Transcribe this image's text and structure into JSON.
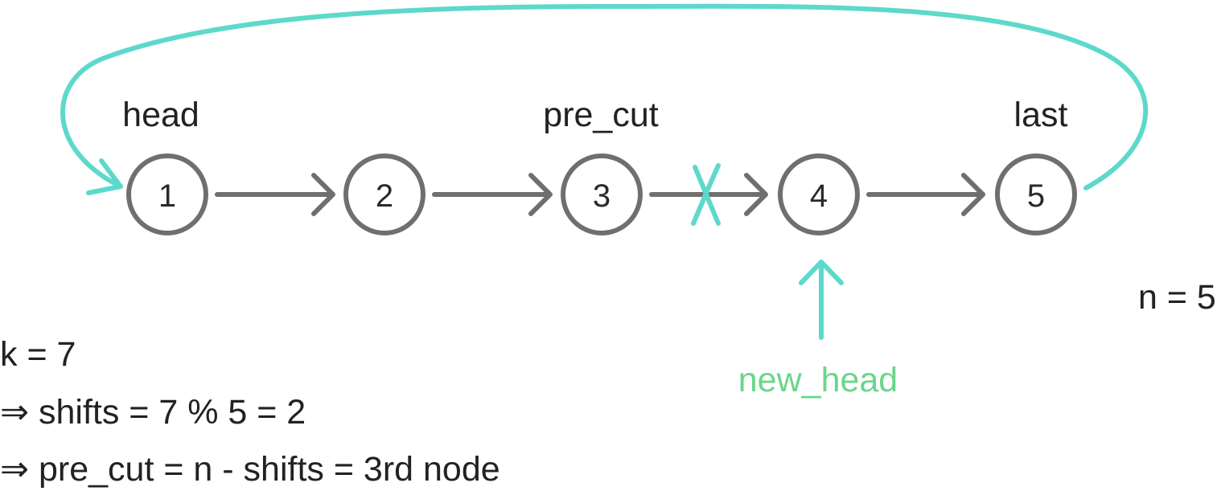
{
  "nodes": [
    "1",
    "2",
    "3",
    "4",
    "5"
  ],
  "pointer_labels": {
    "head": "head",
    "pre_cut": "pre_cut",
    "last": "last",
    "new_head": "new_head"
  },
  "n_label": "n = 5",
  "explanation": {
    "line1": "k = 7",
    "line2": "⇒ shifts = 7 % 5 = 2",
    "line3": "⇒ pre_cut = n - shifts = 3rd node"
  },
  "colors": {
    "node_stroke": "#6f6f6f",
    "loop_arrow": "#5dd9cb",
    "new_head_text": "#6ad68a"
  }
}
